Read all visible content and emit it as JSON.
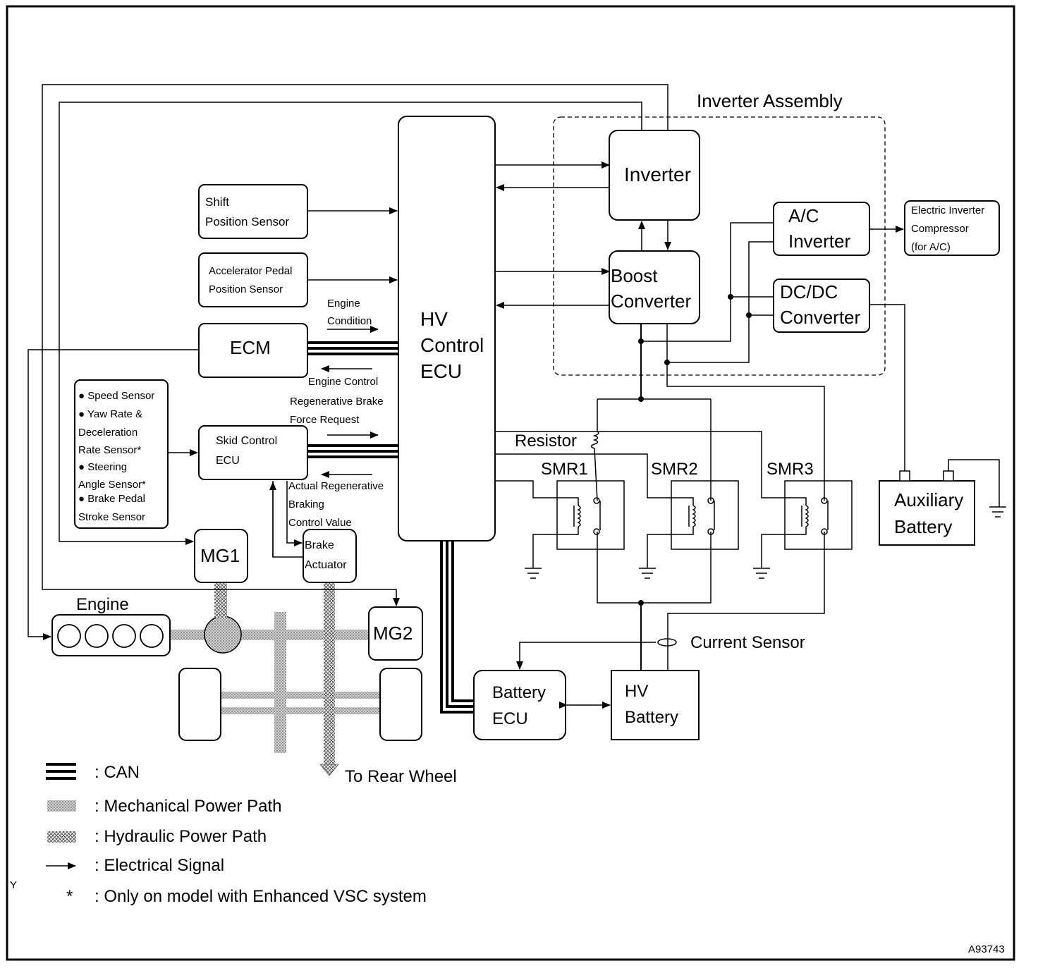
{
  "diagram": {
    "blocks": {
      "inverter_assembly": "Inverter Assembly",
      "inverter": "Inverter",
      "ac_inverter": [
        "A/C",
        "Inverter"
      ],
      "electric_inverter_compressor": [
        "Electric Inverter",
        "Compressor",
        "(for A/C)"
      ],
      "boost_converter": [
        "Boost",
        "Converter"
      ],
      "dcdc_converter": [
        "DC/DC",
        "Converter"
      ],
      "shift_position_sensor": [
        "Shift",
        "Position Sensor"
      ],
      "accelerator_pedal_position_sensor": [
        "Accelerator Pedal",
        "Position Sensor"
      ],
      "ecm": "ECM",
      "hv_control_ecu": [
        "HV",
        "Control",
        "ECU"
      ],
      "vsc_sensors": [
        "● Speed Sensor",
        "● Yaw Rate &",
        "Deceleration",
        "Rate Sensor*",
        "● Steering",
        "Angle Sensor*",
        "● Brake Pedal",
        "Stroke Sensor"
      ],
      "skid_control_ecu": [
        "Skid Control",
        "ECU"
      ],
      "mg1": "MG1",
      "mg2": "MG2",
      "brake_actuator": [
        "Brake",
        "Actuator"
      ],
      "engine": "Engine",
      "battery_ecu": [
        "Battery",
        "ECU"
      ],
      "hv_battery": [
        "HV",
        "Battery"
      ],
      "auxiliary_battery": [
        "Auxiliary",
        "Battery"
      ],
      "resistor": "Resistor",
      "smr1": "SMR1",
      "smr2": "SMR2",
      "smr3": "SMR3",
      "current_sensor": "Current Sensor",
      "to_rear_wheel": "To Rear Wheel"
    },
    "signals": {
      "engine_condition": [
        "Engine",
        "Condition"
      ],
      "engine_control": "Engine Control",
      "regenerative_brake_force_request": [
        "Regenerative Brake",
        "Force Request"
      ],
      "actual_regenerative_braking_control_value": [
        "Actual Regenerative",
        "Braking",
        "Control Value"
      ]
    },
    "legend": [
      {
        "symbol": "can",
        "label": ": CAN"
      },
      {
        "symbol": "mechanical",
        "label": ": Mechanical Power Path"
      },
      {
        "symbol": "hydraulic",
        "label": ": Hydraulic Power Path"
      },
      {
        "symbol": "electrical",
        "label": ": Electrical Signal"
      },
      {
        "symbol": "*",
        "label": ": Only on model with Enhanced VSC system"
      }
    ],
    "corner_mark": "Y",
    "figure_id": "A93743"
  }
}
